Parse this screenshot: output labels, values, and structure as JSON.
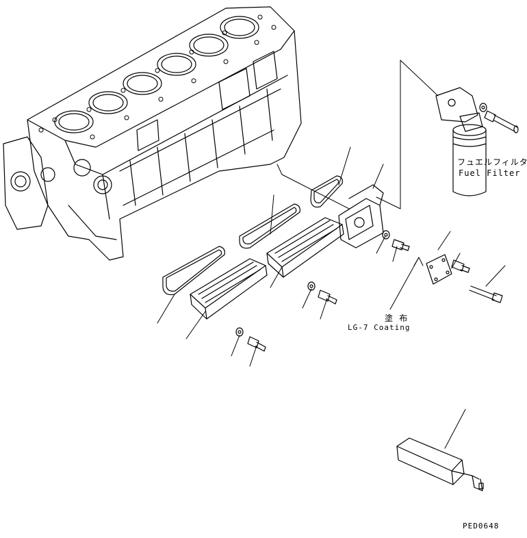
{
  "labels": {
    "fuel_filter_jp": "フュエルフィルタ",
    "fuel_filter_en": "Fuel Filter",
    "coating_jp": "塗 布",
    "coating_en": "LG-7 Coating",
    "drawing_code": "PED0648"
  },
  "icons": {
    "engine_block": "cylinder-block-drawing",
    "fuel_filter": "fuel-filter-drawing",
    "gasket": "gasket-outline",
    "cover": "side-cover-plate",
    "bolt": "bolt-drawing",
    "washer": "washer-drawing",
    "tool": "tool-drawing"
  },
  "colors": {
    "ink": "#000000",
    "paper": "#ffffff"
  }
}
